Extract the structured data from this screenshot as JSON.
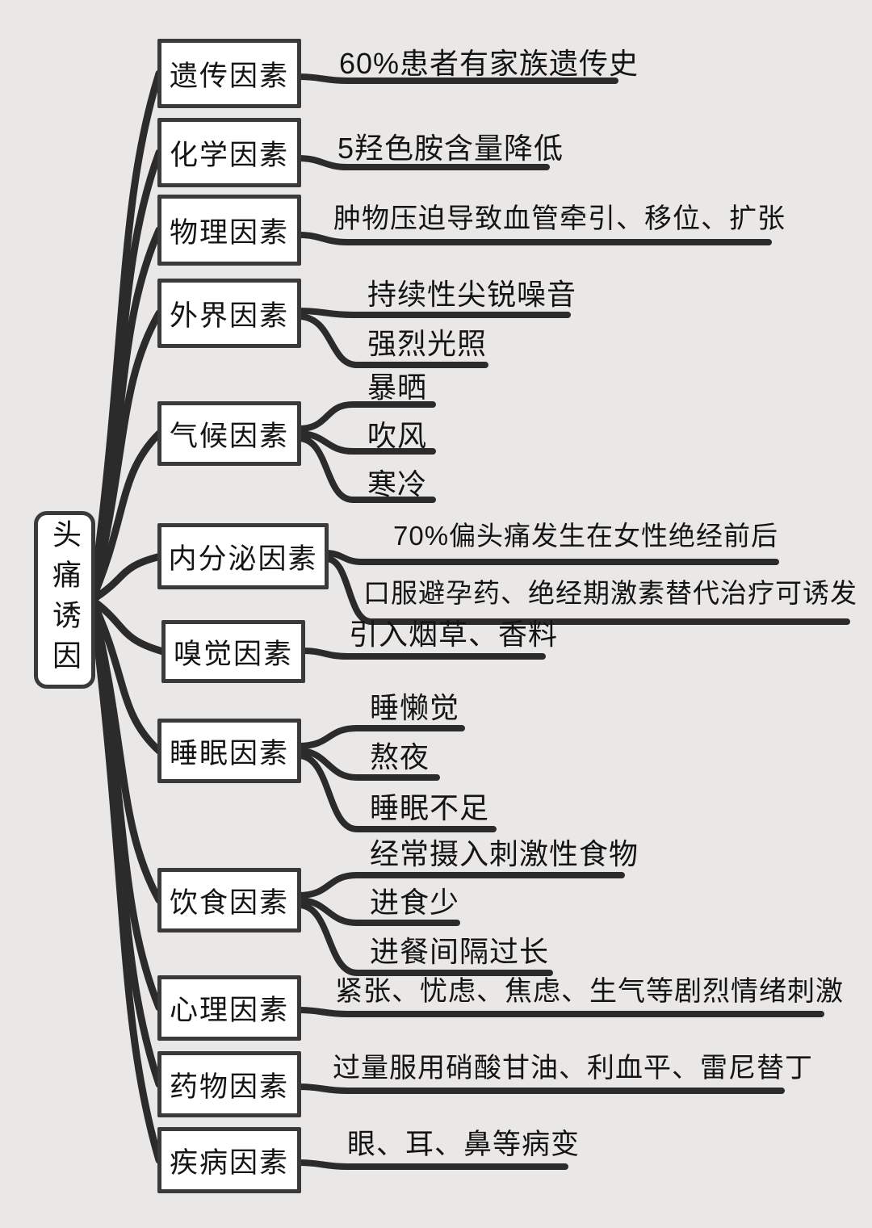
{
  "root": {
    "label": "头痛诱因"
  },
  "branches": [
    {
      "label": "遗传因素",
      "leaves": [
        {
          "text": "60%患者有家族遗传史"
        }
      ]
    },
    {
      "label": "化学因素",
      "leaves": [
        {
          "text": "5羟色胺含量降低"
        }
      ]
    },
    {
      "label": "物理因素",
      "leaves": [
        {
          "text": "肿物压迫导致血管牵引、移位、扩张"
        }
      ]
    },
    {
      "label": "外界因素",
      "leaves": [
        {
          "text": "持续性尖锐噪音"
        },
        {
          "text": "强烈光照"
        }
      ]
    },
    {
      "label": "气候因素",
      "leaves": [
        {
          "text": "暴晒"
        },
        {
          "text": "吹风"
        },
        {
          "text": "寒冷"
        }
      ]
    },
    {
      "label": "内分泌因素",
      "leaves": [
        {
          "text": "70%偏头痛发生在女性绝经前后"
        },
        {
          "text": "口服避孕药、绝经期激素替代治疗可诱发"
        }
      ]
    },
    {
      "label": "嗅觉因素",
      "leaves": [
        {
          "text": "引入烟草、香料"
        }
      ]
    },
    {
      "label": "睡眠因素",
      "leaves": [
        {
          "text": "睡懒觉"
        },
        {
          "text": "熬夜"
        },
        {
          "text": "睡眠不足"
        }
      ]
    },
    {
      "label": "饮食因素",
      "leaves": [
        {
          "text": "经常摄入刺激性食物"
        },
        {
          "text": "进食少"
        },
        {
          "text": "进餐间隔过长"
        }
      ]
    },
    {
      "label": "心理因素",
      "leaves": [
        {
          "text": "紧张、忧虑、焦虑、生气等剧烈情绪刺激"
        }
      ]
    },
    {
      "label": "药物因素",
      "leaves": [
        {
          "text": "过量服用硝酸甘油、利血平、雷尼替丁"
        }
      ]
    },
    {
      "label": "疾病因素",
      "leaves": [
        {
          "text": "眼、耳、鼻等病变"
        }
      ]
    }
  ],
  "style": {
    "background": "#e9e8e6",
    "connector_color": "#2b2b2b",
    "box_fill": "#ffffff",
    "box_border": "#3a3a3a",
    "text_color": "#141414"
  }
}
